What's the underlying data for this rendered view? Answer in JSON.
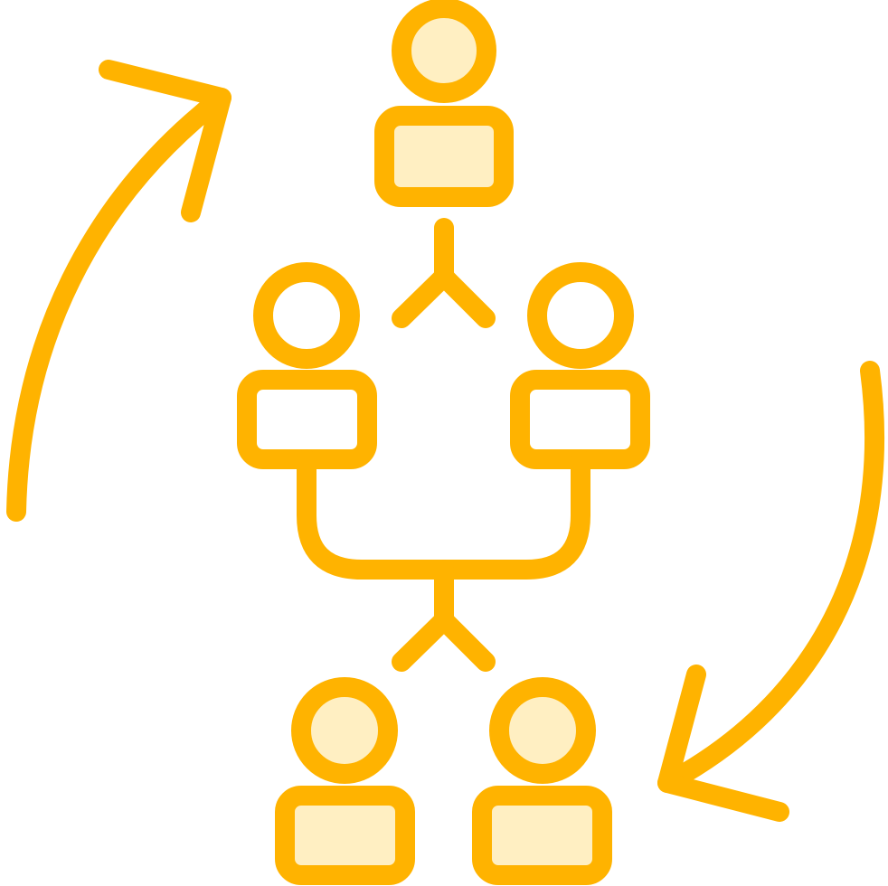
{
  "icon": {
    "name": "team-hierarchy-cycle-icon",
    "colors": {
      "stroke": "#FFB300",
      "fill_light": "#FFEFC2",
      "fill_none": "#FFFFFF"
    },
    "people": [
      {
        "role": "top",
        "filled": true
      },
      {
        "role": "middle-left",
        "filled": false
      },
      {
        "role": "middle-right",
        "filled": false
      },
      {
        "role": "bottom-left",
        "filled": true
      },
      {
        "role": "bottom-right",
        "filled": true
      }
    ]
  }
}
